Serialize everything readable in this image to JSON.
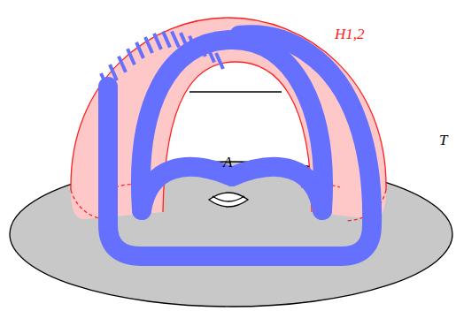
{
  "diagram": {
    "labels": [
      "H1,2",
      "T",
      "A"
    ]
  }
}
